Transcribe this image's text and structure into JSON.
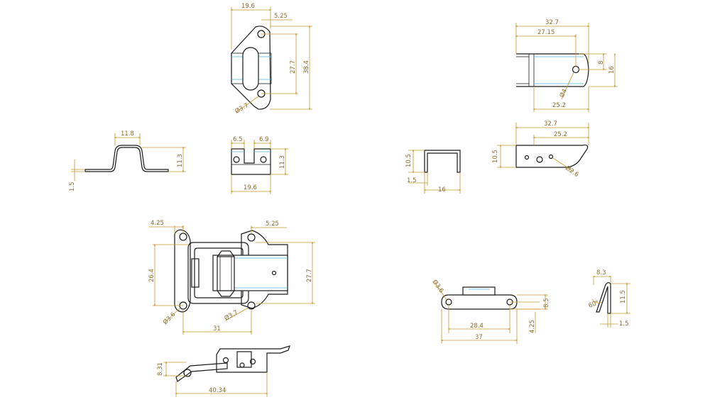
{
  "colors": {
    "outline": "#1a1a1a",
    "dimension": "#c8962c",
    "dimension_text": "#8a6a28",
    "centerline": "#49b8e6",
    "background": "#ffffff"
  },
  "views": {
    "top_plate_front": {
      "width": "19.6",
      "hole_offset": "5.25",
      "hole_spacing": "27.7",
      "height": "38.4",
      "hole_diameter": "Ø3.7"
    },
    "top_plate_side": {
      "bend_width": "11.8",
      "bend_height": "11.3",
      "thickness": "1.5"
    },
    "top_plate_top": {
      "slot_a": "6.5",
      "slot_b": "6.9",
      "height": "11.3",
      "width": "19.6"
    },
    "bracket_top_right": {
      "overall_length": "32.7",
      "inner_length": "27.15",
      "hole_height": "8",
      "height": "16",
      "hole_diameter": "Ø4",
      "base_length": "25.2"
    },
    "u_channel": {
      "height": "10.5",
      "thickness": "1.5",
      "width": "16"
    },
    "bracket_side_right": {
      "overall_length": "32.7",
      "inner_length": "25.2",
      "height": "10.5",
      "hole_diameter": "Ø2.6"
    },
    "latch_assembly": {
      "left_offset": "4.25",
      "right_offset": "5.25",
      "hole_spacing_v": "26.4",
      "height": "27.7",
      "left_hole": "Ø3.6",
      "right_hole": "Ø3.7",
      "hole_spacing_h": "31"
    },
    "latch_side": {
      "height": "8.31",
      "length": "40.34"
    },
    "link_plate": {
      "hole_diameter": "Ø3.6",
      "height": "8.5",
      "hole_spacing": "28.4",
      "half_height": "4.25",
      "length": "37"
    },
    "hook": {
      "width": "8.3",
      "angle": "60°",
      "height": "11.5",
      "thickness": "1.5"
    }
  }
}
